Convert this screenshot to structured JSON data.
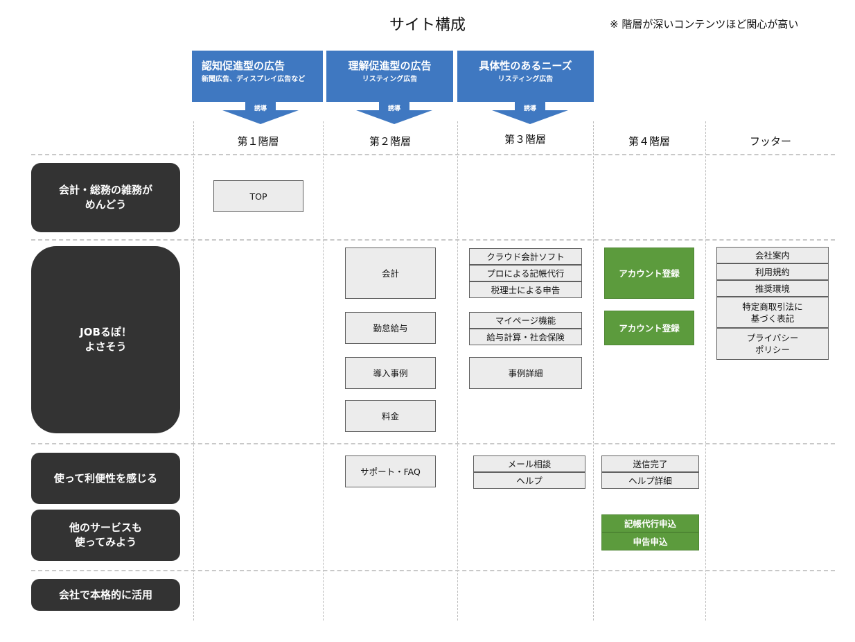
{
  "title": "サイト構成",
  "note": "※ 階層が深いコンテンツほど関心が高い",
  "ads": [
    {
      "title": "認知促進型の広告",
      "sub": "新聞広告、ディスプレイ広告など",
      "arrow": "誘導"
    },
    {
      "title": "理解促進型の広告",
      "sub": "リスティング広告",
      "arrow": "誘導"
    },
    {
      "title": "具体性のあるニーズ",
      "sub": "リスティング広告",
      "arrow": "誘導"
    }
  ],
  "columns": [
    "第１階層",
    "第２階層",
    "第３階層",
    "第４階層",
    "フッター"
  ],
  "personas": [
    "会計・総務の雑務が\nめんどう",
    "JOBるぽ！\nよさそう",
    "使って利便性を感じる",
    "他のサービスも\n使ってみよう",
    "会社で本格的に活用"
  ],
  "level1": {
    "top": "TOP"
  },
  "level2": [
    "会計",
    "勤怠給与",
    "導入事例",
    "料金",
    "サポート・FAQ"
  ],
  "level3": {
    "accounting": [
      "クラウド会計ソフト",
      "プロによる記帳代行",
      "税理士による申告"
    ],
    "payroll": [
      "マイページ機能",
      "給与計算・社会保険"
    ],
    "cases": "事例詳細",
    "support": [
      "メール相談",
      "ヘルプ"
    ]
  },
  "level4": {
    "account1": "アカウント登録",
    "account2": "アカウント登録",
    "support": [
      "送信完了",
      "ヘルプ詳細"
    ],
    "apply": [
      "記帳代行申込",
      "申告申込"
    ]
  },
  "footer": [
    "会社案内",
    "利用規約",
    "推奨環境",
    "特定商取引法に\n基づく表記",
    "プライバシー\nポリシー"
  ],
  "colors": {
    "ad_blue": "#3f78c1",
    "persona": "#333333",
    "box": "#ececec",
    "green": "#5c9b3d"
  }
}
